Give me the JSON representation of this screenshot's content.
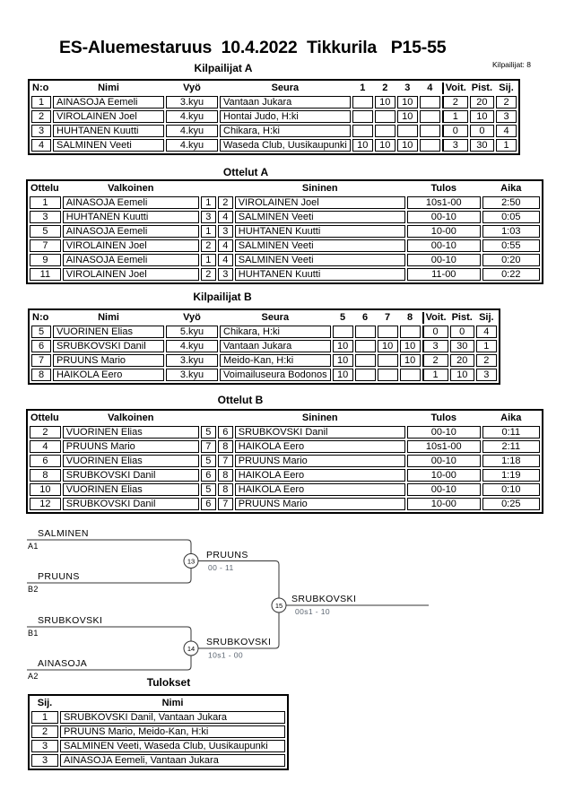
{
  "page": {
    "title": "ES-Aluemestaruus  10.4.2022  Tikkurila   P15-55",
    "competitors_count_label": "Kilpailijat: 8"
  },
  "colors": {
    "score_text": "#5a6470",
    "border": "#000000",
    "background": "#ffffff"
  },
  "kilpailijat_a": {
    "title": "Kilpailijat A",
    "headers": {
      "no": "N:o",
      "nimi": "Nimi",
      "vyo": "Vyö",
      "seura": "Seura",
      "matrix": [
        "1",
        "2",
        "3",
        "4"
      ],
      "voit": "Voit.",
      "pist": "Pist.",
      "sij": "Sij."
    },
    "rows": [
      {
        "no": "1",
        "nimi": "AINASOJA Eemeli",
        "vyo": "3.kyu",
        "seura": "Vantaan Jukara",
        "matrix": [
          "",
          "10",
          "10",
          ""
        ],
        "voit": "2",
        "pist": "20",
        "sij": "2"
      },
      {
        "no": "2",
        "nimi": "VIROLAINEN Joel",
        "vyo": "4.kyu",
        "seura": "Hontai Judo, H:ki",
        "matrix": [
          "",
          "",
          "10",
          ""
        ],
        "voit": "1",
        "pist": "10",
        "sij": "3"
      },
      {
        "no": "3",
        "nimi": "HUHTANEN Kuutti",
        "vyo": "4.kyu",
        "seura": "Chikara, H:ki",
        "matrix": [
          "",
          "",
          "",
          ""
        ],
        "voit": "0",
        "pist": "0",
        "sij": "4"
      },
      {
        "no": "4",
        "nimi": "SALMINEN Veeti",
        "vyo": "4.kyu",
        "seura": "Waseda Club, Uusikaupunki",
        "matrix": [
          "10",
          "10",
          "10",
          ""
        ],
        "voit": "3",
        "pist": "30",
        "sij": "1"
      }
    ]
  },
  "ottelut_a": {
    "title": "Ottelut A",
    "headers": {
      "ottelu": "Ottelu",
      "valkoinen": "Valkoinen",
      "sininen": "Sininen",
      "tulos": "Tulos",
      "aika": "Aika"
    },
    "rows": [
      {
        "ottelu": "1",
        "valkoinen": "AINASOJA Eemeli",
        "wno": "1",
        "bno": "2",
        "sininen": "VIROLAINEN Joel",
        "tulos": "10s1-00",
        "aika": "2:50"
      },
      {
        "ottelu": "3",
        "valkoinen": "HUHTANEN Kuutti",
        "wno": "3",
        "bno": "4",
        "sininen": "SALMINEN Veeti",
        "tulos": "00-10",
        "aika": "0:05"
      },
      {
        "ottelu": "5",
        "valkoinen": "AINASOJA Eemeli",
        "wno": "1",
        "bno": "3",
        "sininen": "HUHTANEN Kuutti",
        "tulos": "10-00",
        "aika": "1:03"
      },
      {
        "ottelu": "7",
        "valkoinen": "VIROLAINEN Joel",
        "wno": "2",
        "bno": "4",
        "sininen": "SALMINEN Veeti",
        "tulos": "00-10",
        "aika": "0:55"
      },
      {
        "ottelu": "9",
        "valkoinen": "AINASOJA Eemeli",
        "wno": "1",
        "bno": "4",
        "sininen": "SALMINEN Veeti",
        "tulos": "00-10",
        "aika": "0:20"
      },
      {
        "ottelu": "11",
        "valkoinen": "VIROLAINEN Joel",
        "wno": "2",
        "bno": "3",
        "sininen": "HUHTANEN Kuutti",
        "tulos": "11-00",
        "aika": "0:22"
      }
    ]
  },
  "kilpailijat_b": {
    "title": "Kilpailijat B",
    "headers": {
      "no": "N:o",
      "nimi": "Nimi",
      "vyo": "Vyö",
      "seura": "Seura",
      "matrix": [
        "5",
        "6",
        "7",
        "8"
      ],
      "voit": "Voit.",
      "pist": "Pist.",
      "sij": "Sij."
    },
    "rows": [
      {
        "no": "5",
        "nimi": "VUORINEN Elias",
        "vyo": "5.kyu",
        "seura": "Chikara, H:ki",
        "matrix": [
          "",
          "",
          "",
          ""
        ],
        "voit": "0",
        "pist": "0",
        "sij": "4"
      },
      {
        "no": "6",
        "nimi": "SRUBKOVSKI Danil",
        "vyo": "4.kyu",
        "seura": "Vantaan Jukara",
        "matrix": [
          "10",
          "",
          "10",
          "10"
        ],
        "voit": "3",
        "pist": "30",
        "sij": "1"
      },
      {
        "no": "7",
        "nimi": "PRUUNS Mario",
        "vyo": "3.kyu",
        "seura": "Meido-Kan, H:ki",
        "matrix": [
          "10",
          "",
          "",
          "10"
        ],
        "voit": "2",
        "pist": "20",
        "sij": "2"
      },
      {
        "no": "8",
        "nimi": "HAIKOLA Eero",
        "vyo": "3.kyu",
        "seura": "Voimailuseura Bodonos",
        "matrix": [
          "10",
          "",
          "",
          ""
        ],
        "voit": "1",
        "pist": "10",
        "sij": "3"
      }
    ]
  },
  "ottelut_b": {
    "title": "Ottelut B",
    "headers": {
      "ottelu": "Ottelu",
      "valkoinen": "Valkoinen",
      "sininen": "Sininen",
      "tulos": "Tulos",
      "aika": "Aika"
    },
    "rows": [
      {
        "ottelu": "2",
        "valkoinen": "VUORINEN Elias",
        "wno": "5",
        "bno": "6",
        "sininen": "SRUBKOVSKI Danil",
        "tulos": "00-10",
        "aika": "0:11"
      },
      {
        "ottelu": "4",
        "valkoinen": "PRUUNS Mario",
        "wno": "7",
        "bno": "8",
        "sininen": "HAIKOLA Eero",
        "tulos": "10s1-00",
        "aika": "2:11"
      },
      {
        "ottelu": "6",
        "valkoinen": "VUORINEN Elias",
        "wno": "5",
        "bno": "7",
        "sininen": "PRUUNS Mario",
        "tulos": "00-10",
        "aika": "1:18"
      },
      {
        "ottelu": "8",
        "valkoinen": "SRUBKOVSKI Danil",
        "wno": "6",
        "bno": "8",
        "sininen": "HAIKOLA Eero",
        "tulos": "10-00",
        "aika": "1:19"
      },
      {
        "ottelu": "10",
        "valkoinen": "VUORINEN Elias",
        "wno": "5",
        "bno": "8",
        "sininen": "HAIKOLA Eero",
        "tulos": "00-10",
        "aika": "0:10"
      },
      {
        "ottelu": "12",
        "valkoinen": "SRUBKOVSKI Danil",
        "wno": "6",
        "bno": "7",
        "sininen": "PRUUNS Mario",
        "tulos": "10-00",
        "aika": "0:25"
      }
    ]
  },
  "bracket": {
    "semi1": {
      "top_name": "SALMINEN",
      "top_label": "A1",
      "bottom_name": "PRUUNS",
      "bottom_label": "B2",
      "match_no": "13",
      "winner": "PRUUNS",
      "score": "00 - 11"
    },
    "semi2": {
      "top_name": "SRUBKOVSKI",
      "top_label": "B1",
      "bottom_name": "AINASOJA",
      "bottom_label": "A2",
      "match_no": "14",
      "winner": "SRUBKOVSKI",
      "score": "10s1 - 00"
    },
    "final": {
      "match_no": "15",
      "winner": "SRUBKOVSKI",
      "score": "00s1 - 10"
    }
  },
  "tulokset": {
    "title": "Tulokset",
    "headers": {
      "sij": "Sij.",
      "nimi": "Nimi"
    },
    "rows": [
      {
        "sij": "1",
        "nimi": "SRUBKOVSKI Danil, Vantaan Jukara"
      },
      {
        "sij": "2",
        "nimi": "PRUUNS Mario, Meido-Kan, H:ki"
      },
      {
        "sij": "3",
        "nimi": "SALMINEN Veeti, Waseda Club, Uusikaupunki"
      },
      {
        "sij": "3",
        "nimi": "AINASOJA Eemeli, Vantaan Jukara"
      }
    ]
  }
}
